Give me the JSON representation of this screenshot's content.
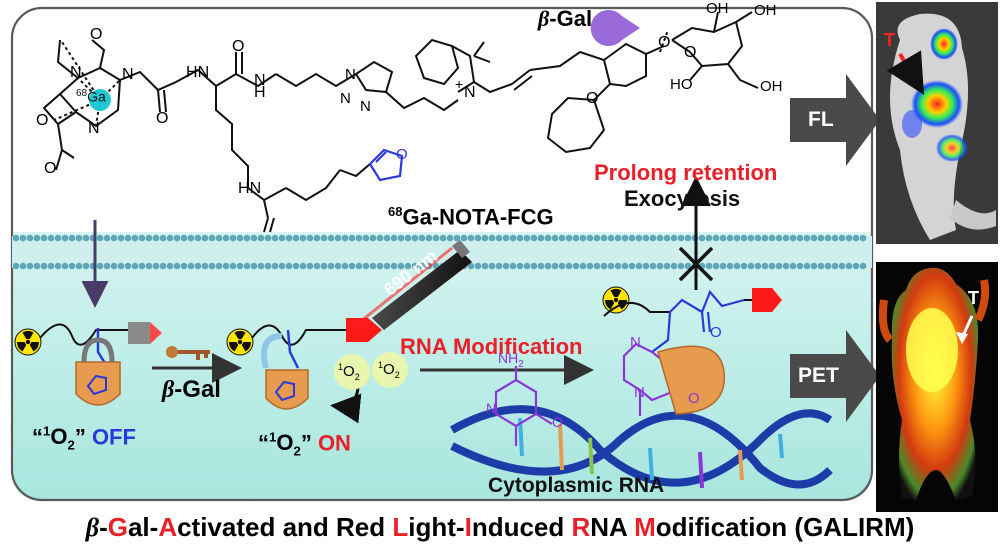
{
  "compound": {
    "name_super": "68",
    "name_rest": "Ga-NOTA-FCG",
    "ga_super": "68",
    "ga_symbol": "Ga",
    "enzyme_label": "-Gal",
    "enzyme_symbol": "β"
  },
  "chem_atoms": {
    "O1": "O",
    "O2": "O",
    "O3": "O",
    "O4": "O",
    "O5": "O",
    "N1": "N",
    "N2": "N",
    "N3": "N",
    "HN1": "N",
    "H1": "H",
    "HN2": "H",
    "HN2N": "N",
    "HN3": "H",
    "HN3N": "N",
    "triazole_N1": "N",
    "triazole_N2": "N",
    "triazole_N3": "N",
    "indolium_N": "N",
    "indolium_plus": "+",
    "xanthene_O": "O",
    "ether_O": "O",
    "oh1": "OH",
    "oh2": "OH",
    "oh3": "OH",
    "ho": "HO",
    "pyran_O": "O",
    "furan_O": "O"
  },
  "labels": {
    "prolong": "Prolong retention",
    "exocytosis": "Exocytosis",
    "rna_modification": "RNA Modification",
    "beta_gal_step_symbol": "β",
    "beta_gal_step_rest": "-Gal",
    "laser": "690 nm",
    "singlet_o2_a": "1O2",
    "singlet_o2_b": "1O2",
    "off_quote_open": "“",
    "off_o": "1O2",
    "off_quote_close": "”",
    "off_word": "OFF",
    "on_word": "ON",
    "cytoplasmic_rna": "Cytoplasmic RNA",
    "nh2": "NH2",
    "rna_n": "N",
    "rna_o": "O",
    "prod_n1": "N",
    "prod_n2": "N",
    "prod_o": "O",
    "prod_ketone_o": "O"
  },
  "side": {
    "fl_label": "FL",
    "pet_label": "PET",
    "tumor_label_top": "T",
    "tumor_label_bottom": "T"
  },
  "footer": {
    "parts": [
      {
        "text": "β",
        "color": "#000000",
        "italic": true
      },
      {
        "text": "-",
        "color": "#000000"
      },
      {
        "text": "G",
        "color": "#e8202a"
      },
      {
        "text": "al-",
        "color": "#000000"
      },
      {
        "text": "A",
        "color": "#e8202a"
      },
      {
        "text": "ctivated and Red ",
        "color": "#000000"
      },
      {
        "text": "L",
        "color": "#e8202a"
      },
      {
        "text": "ight-",
        "color": "#000000"
      },
      {
        "text": "I",
        "color": "#e8202a"
      },
      {
        "text": "nduced ",
        "color": "#000000"
      },
      {
        "text": "R",
        "color": "#e8202a"
      },
      {
        "text": "NA ",
        "color": "#000000"
      },
      {
        "text": "M",
        "color": "#e8202a"
      },
      {
        "text": "odification (GALIRM)",
        "color": "#000000"
      }
    ]
  },
  "colors": {
    "red": "#e8202a",
    "blue": "#2a3ad8",
    "purple": "#8a37d8",
    "membrane": "#5fa6b8",
    "cytoplasm": "#b9ece6",
    "orange": "#e79b4f"
  }
}
